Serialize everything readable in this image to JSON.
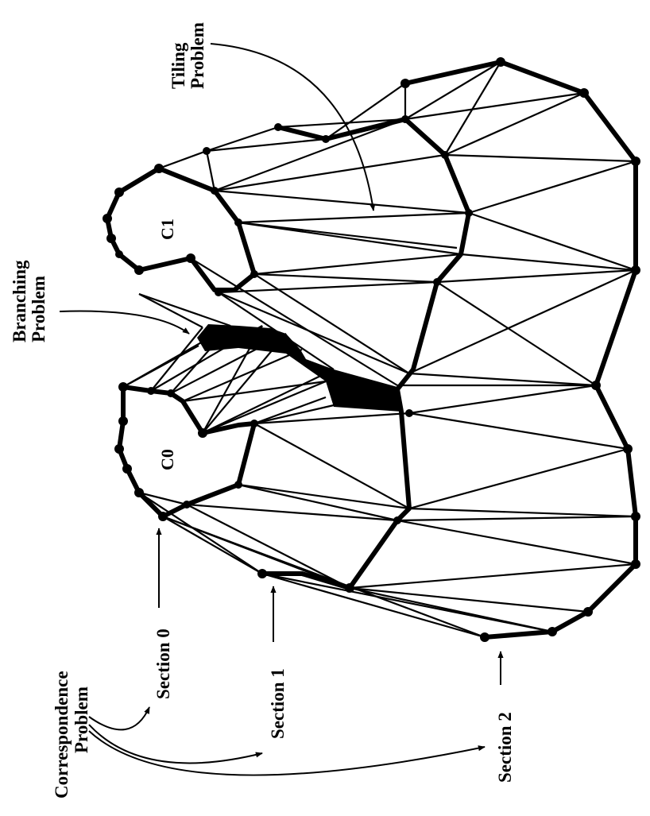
{
  "labels": {
    "tiling_line1": "Tiling",
    "tiling_line2": "Problem",
    "branching_line1": "Branching",
    "branching_line2": "Problem",
    "correspondence_line1": "Correspondence",
    "correspondence_line2": "Problem",
    "section0": "Section 0",
    "section1": "Section 1",
    "section2": "Section 2",
    "contour0": "C0",
    "contour1": "C1"
  },
  "colors": {
    "ink": "#000000",
    "background": "#ffffff"
  }
}
